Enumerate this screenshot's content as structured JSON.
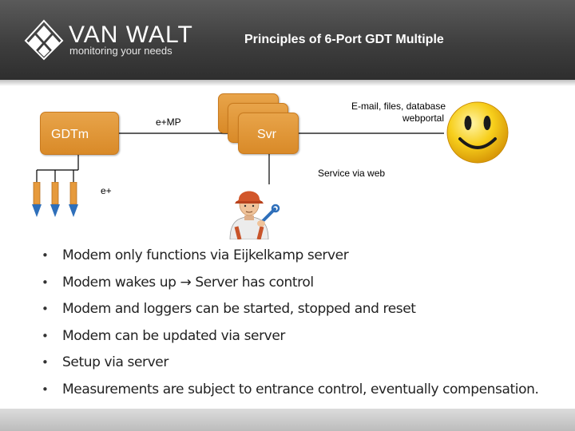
{
  "header": {
    "brand_name": "VAN WALT",
    "brand_tagline": "monitoring your needs",
    "title": "Principles of 6-Port GDT Multiple"
  },
  "diagram": {
    "modem_label": "GDTm",
    "server_label": "Svr",
    "link_label": "e+MP",
    "sensor_label": "e+",
    "output_label_line1": "E-mail, files, database",
    "output_label_line2": "webportal",
    "service_label": "Service via web",
    "icons": [
      "van-walt-logo-icon",
      "sensor-probe-icon",
      "server-stack",
      "technician-icon",
      "smiley-face-icon"
    ],
    "colors": {
      "box": "#dc8f2d",
      "probe_body": "#e69a3c",
      "probe_tip": "#2e6fba",
      "smiley": "#f4c20d"
    }
  },
  "bullets": [
    "Modem only functions via Eijkelkamp server",
    "Modem wakes up → Server has control",
    "Modem and loggers can be started, stopped and reset",
    "Modem can be updated via server",
    "Setup via server",
    "Measurements are subject to entrance control, eventually compensation."
  ],
  "bullet_symbol": "•"
}
